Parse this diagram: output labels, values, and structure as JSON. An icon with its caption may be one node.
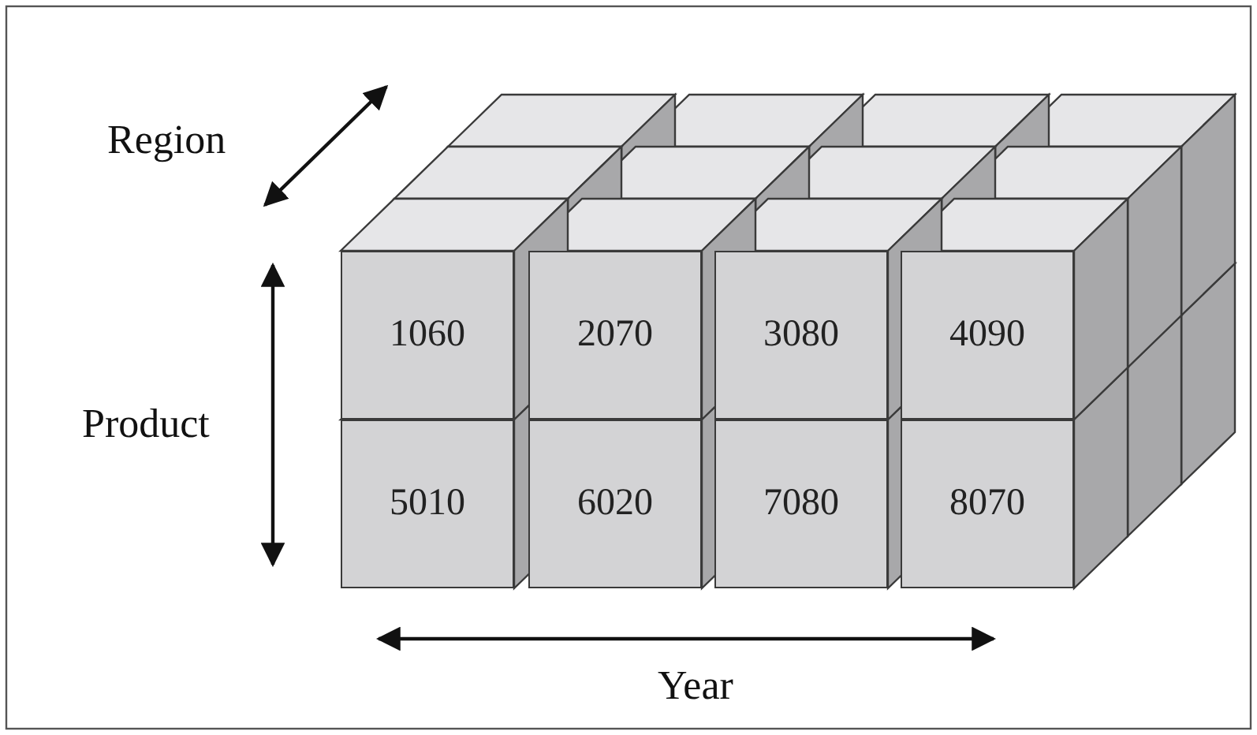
{
  "diagram": {
    "nodes": [
      {
        "text": [
          "1060"
        ]
      },
      {
        "text": [
          "2070"
        ]
      },
      {
        "text": [
          "3080"
        ]
      },
      {
        "text": [
          "4090"
        ]
      },
      {
        "text": [
          "5010"
        ]
      },
      {
        "text": [
          "6020"
        ]
      },
      {
        "text": [
          "7080"
        ]
      },
      {
        "text": [
          "8070"
        ]
      }
    ],
    "labels": [
      "Region",
      "Product",
      "Year"
    ]
  }
}
